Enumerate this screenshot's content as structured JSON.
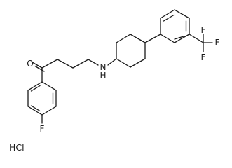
{
  "molecule": {
    "atoms": {
      "oxygen": "O",
      "nitrogen_h": "N",
      "nitrogen_hydrogen": "H",
      "fluoro_aryl": "F",
      "cf3_top": "F",
      "cf3_right": "F",
      "cf3_bottom": "F"
    },
    "salt": "HCl"
  }
}
